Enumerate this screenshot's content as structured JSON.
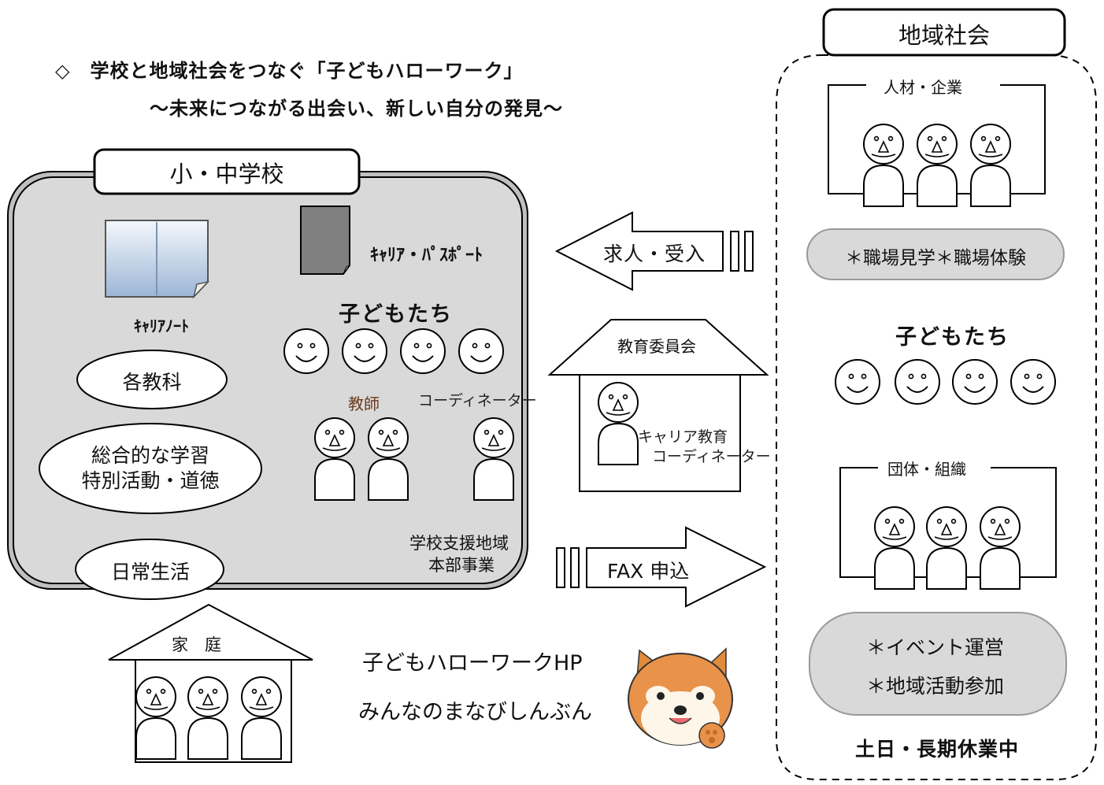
{
  "header": {
    "title_line1": "◇　学校と地域社会をつなぐ「子どもハローワーク」",
    "title_line2": "～未来につながる出会い、新しい自分の発見～"
  },
  "school": {
    "name": "小・中学校",
    "career_note": "ｷｬﾘｱﾉｰﾄ",
    "career_passport": "ｷｬﾘｱ・ﾊﾟｽﾎﾟｰﾄ",
    "children": "子どもたち",
    "teacher": "教師",
    "coordinator": "コーディネーター",
    "ovals": [
      "各教科",
      "総合的な学習",
      "特別活動・道徳",
      "日常生活"
    ],
    "support_line1": "学校支援地域",
    "support_line2": "本部事業"
  },
  "board": {
    "name": "教育委員会",
    "coordinator_line1": "キャリア教育",
    "coordinator_line2": "コーディネーター"
  },
  "arrows": {
    "left_label": "求人・受入",
    "right_label": "FAX 申込"
  },
  "home": {
    "name": "家　庭"
  },
  "links": {
    "hp": "子どもハローワークHP",
    "newspaper": "みんなのまなびしんぶん"
  },
  "community": {
    "name": "地域社会",
    "talent_group": "人材・企業",
    "workplace": "＊職場見学＊職場体験",
    "children": "子どもたち",
    "org_group": "団体・組織",
    "event_line1": "＊イベント運営",
    "event_line2": "＊地域活動参加",
    "footer": "土日・長期休業中"
  }
}
